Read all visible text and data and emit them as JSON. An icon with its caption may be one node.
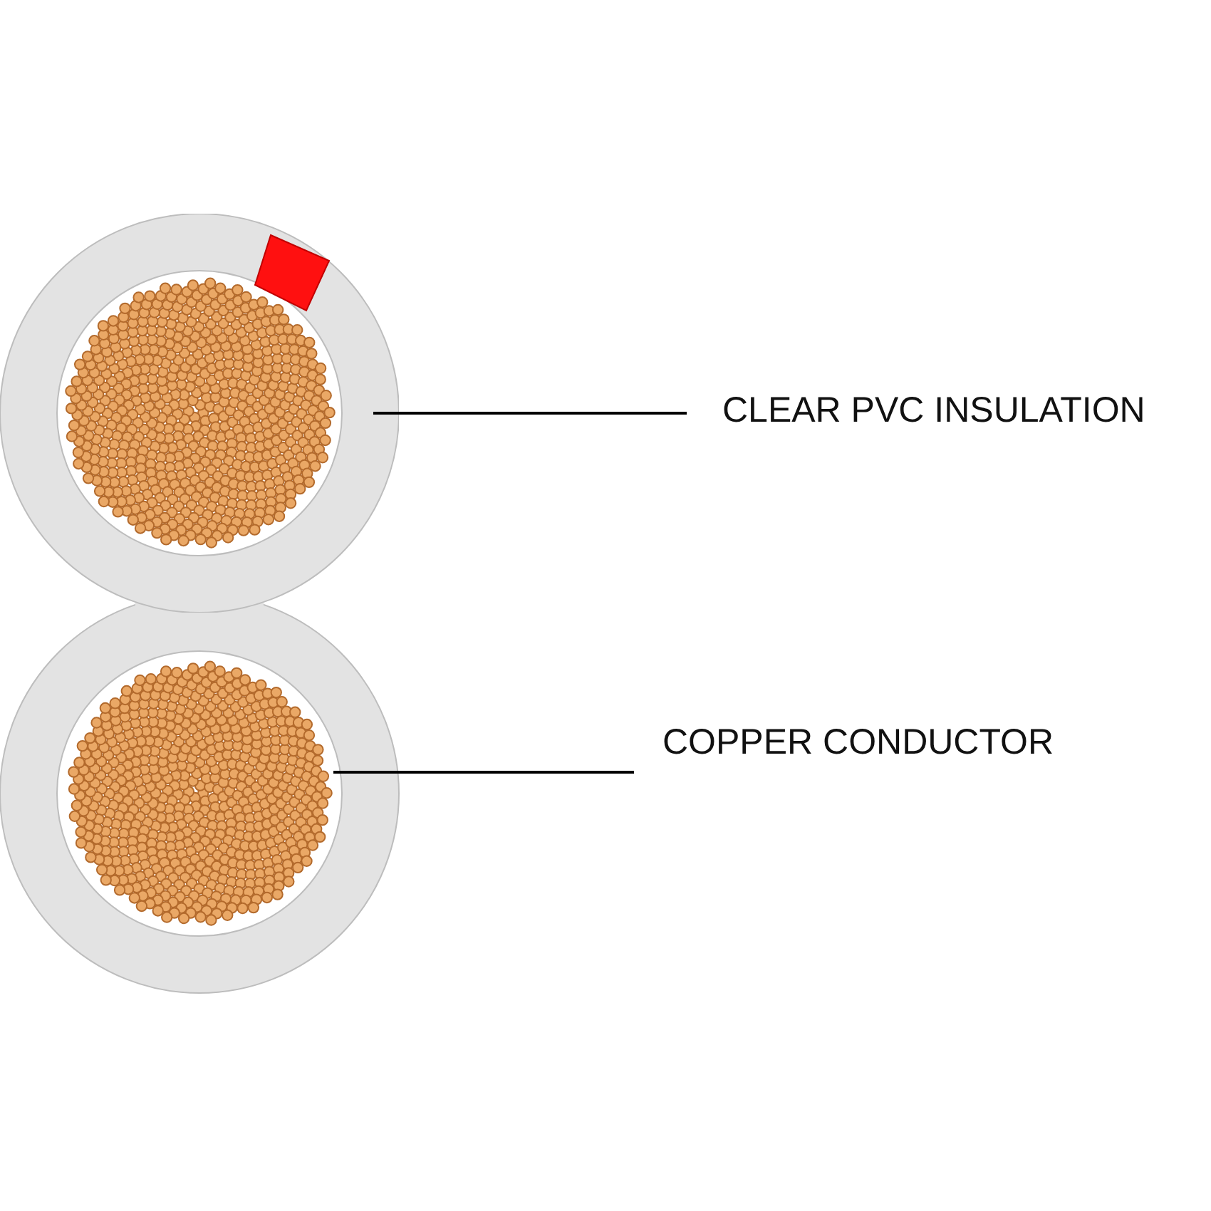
{
  "diagram": {
    "nodes": [
      {
        "text": [],
        "shape": "circle"
      },
      {
        "text": [
          "CLEAR PVC INSULATION"
        ]
      },
      {
        "text": [],
        "shape": "circle"
      },
      {
        "text": [
          "COPPER CONDUCTOR"
        ]
      }
    ],
    "edges": [
      {
        "from": 1,
        "to": 0,
        "arrow": "none"
      },
      {
        "from": 3,
        "to": 2,
        "arrow": "none"
      }
    ]
  }
}
